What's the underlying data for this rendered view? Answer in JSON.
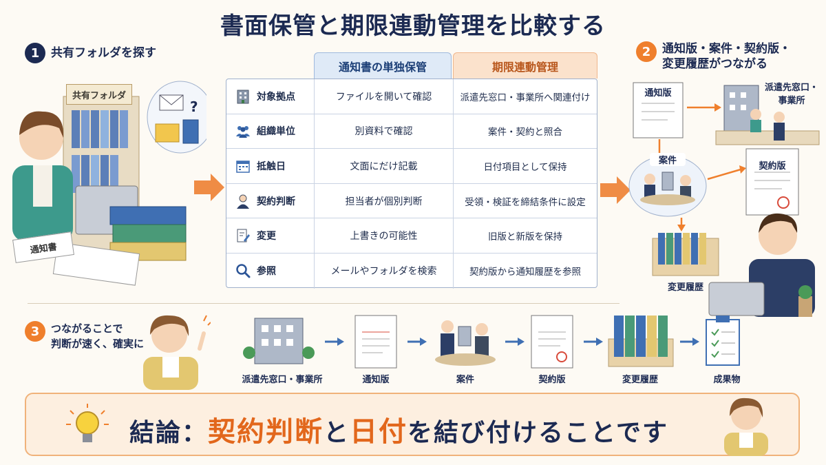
{
  "title": "書面保管と期限連動管理を比較する",
  "steps": {
    "s1": {
      "num": "1",
      "text": "共有フォルダを探す"
    },
    "s2": {
      "num": "2",
      "line1": "通知版・案件・契約版・",
      "line2": "変更履歴がつながる"
    },
    "s3": {
      "num": "3",
      "line1": "つながることで",
      "line2": "判断が速く、確実に"
    }
  },
  "left_scene": {
    "folder_tag": "共有フォルダ",
    "notice_tag": "通知書"
  },
  "table": {
    "col_a": "通知書の単独保管",
    "col_b": "期限連動管理",
    "rows": [
      {
        "label": "対象拠点",
        "icon": "building-icon",
        "a": "ファイルを開いて確認",
        "b": "派遣先窓口・事業所へ関連付け"
      },
      {
        "label": "組織単位",
        "icon": "people-icon",
        "a": "別資料で確認",
        "b": "案件・契約と照合"
      },
      {
        "label": "抵触日",
        "icon": "calendar-icon",
        "a": "文面にだけ記載",
        "b": "日付項目として保持"
      },
      {
        "label": "契約判断",
        "icon": "person-icon",
        "a": "担当者が個別判断",
        "b": "受領・検証を締結条件に設定"
      },
      {
        "label": "変更",
        "icon": "edit-document-icon",
        "a": "上書きの可能性",
        "b": "旧版と新版を保持"
      },
      {
        "label": "参照",
        "icon": "search-icon",
        "a": "メールやフォルダを検索",
        "b": "契約版から通知履歴を参照"
      }
    ]
  },
  "right_diagram": {
    "notice": "通知版",
    "office": "派遣先窓口・事業所",
    "project": "案件",
    "contract": "契約版",
    "history": "変更履歴"
  },
  "flow": [
    "派遣先窓口・事業所",
    "通知版",
    "案件",
    "契約版",
    "変更履歴",
    "成果物"
  ],
  "conclusion": {
    "prefix": "結論：",
    "hl1": "契約判断",
    "mid": "と",
    "hl2": "日付",
    "suffix": "を結び付けることです"
  },
  "colors": {
    "navy": "#1c2a52",
    "orange": "#ef7f2c",
    "blue_head": "#dfeaf7",
    "orange_head": "#fbe2cc"
  }
}
